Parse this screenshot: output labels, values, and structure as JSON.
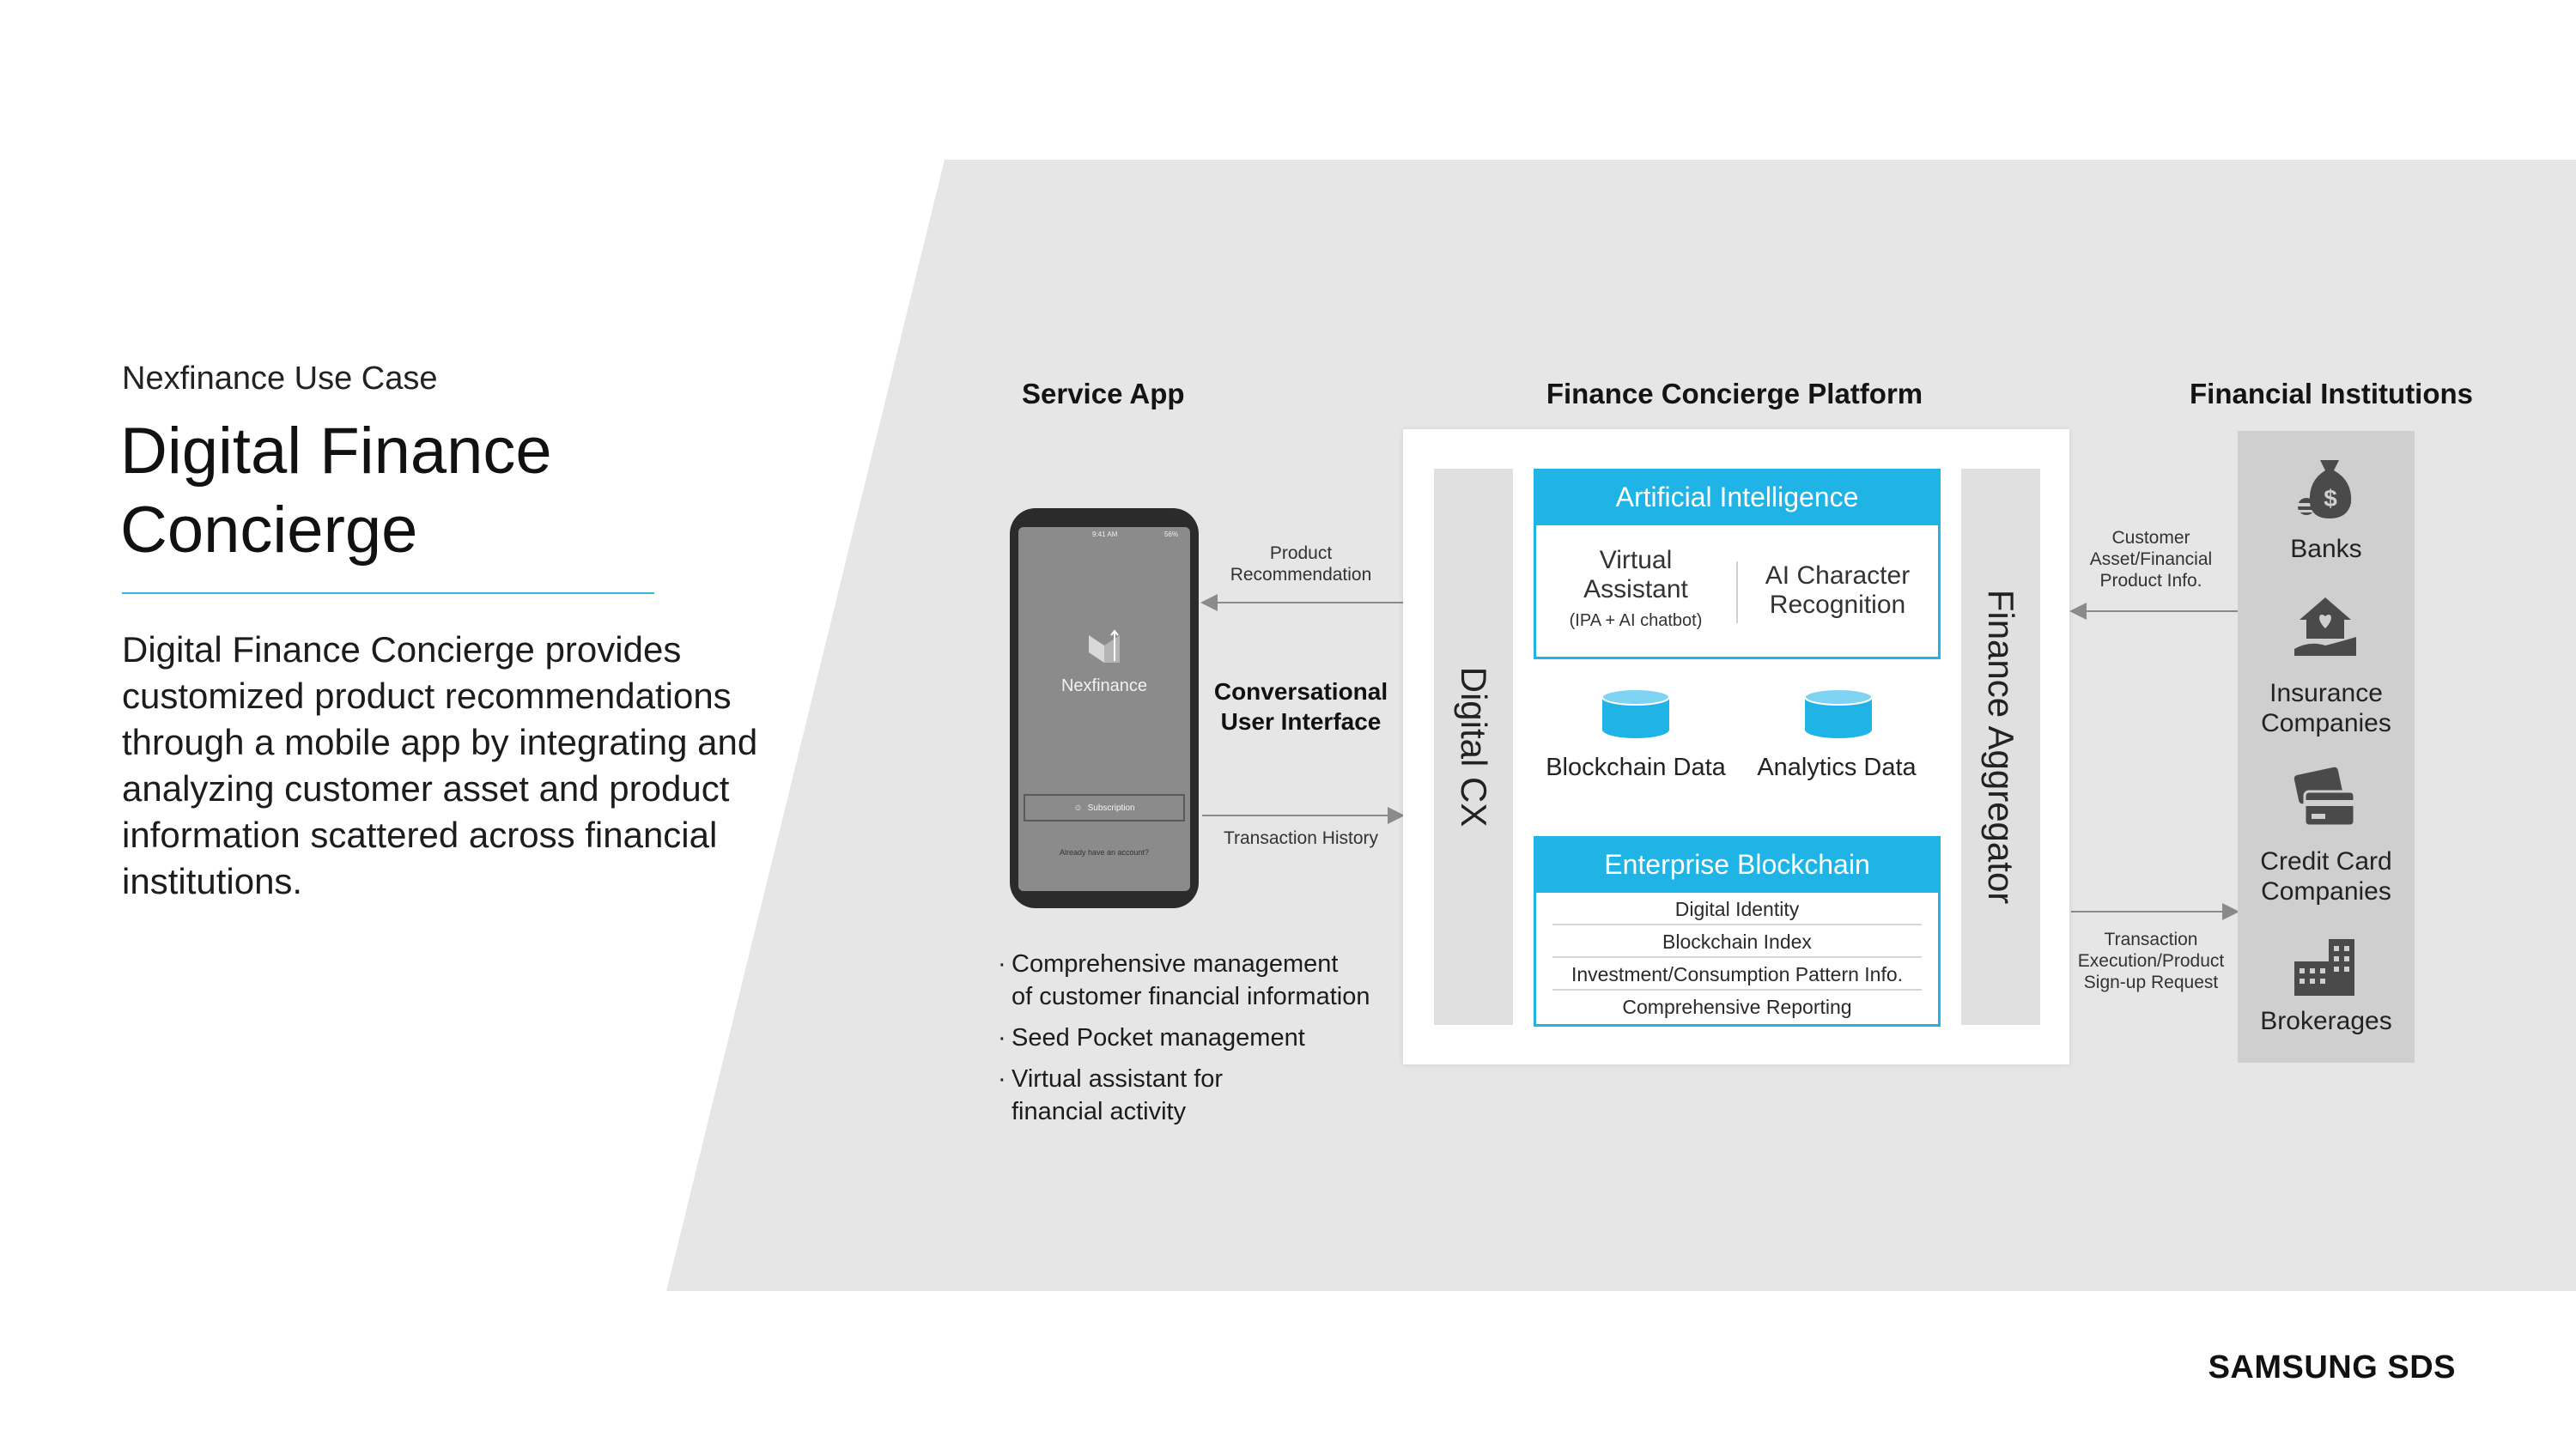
{
  "header": {
    "eyebrow": "Nexfinance Use Case",
    "title": "Digital Finance Concierge",
    "description": "Digital Finance Concierge provides customized product recommendations through a mobile app by integrating and analyzing customer asset and product information scattered across financial institutions."
  },
  "sections": {
    "service_app": "Service App",
    "platform": "Finance Concierge Platform",
    "institutions": "Financial Institutions"
  },
  "phone": {
    "status_time": "9:41 AM",
    "status_battery": "56%",
    "app_name": "Nexfinance",
    "subscribe_label": "Subscription",
    "account_text": "Already have an account?"
  },
  "flows": {
    "product_recommendation": "Product Recommendation",
    "conversational_ui": "Conversational User Interface",
    "transaction_history": "Transaction History",
    "customer_asset": "Customer Asset/Financial Product Info.",
    "transaction_execution": "Transaction Execution/Product Sign-up Request"
  },
  "bullets": [
    {
      "first": "Comprehensive management",
      "second": "of customer financial information"
    },
    {
      "first": "Seed Pocket management",
      "second": ""
    },
    {
      "first": "Virtual assistant for",
      "second": "financial activity"
    }
  ],
  "platform": {
    "digital_cx": "Digital CX",
    "finance_aggregator": "Finance Aggregator",
    "ai": {
      "header": "Artificial Intelligence",
      "virtual_assistant": "Virtual Assistant",
      "virtual_assistant_sub": "(IPA + AI chatbot)",
      "character_recognition": "AI Character Recognition"
    },
    "data": {
      "blockchain": "Blockchain Data",
      "analytics": "Analytics Data"
    },
    "enterprise_blockchain": {
      "header": "Enterprise Blockchain",
      "rows": [
        "Digital Identity",
        "Blockchain Index",
        "Investment/Consumption Pattern Info.",
        "Comprehensive Reporting"
      ]
    }
  },
  "institutions": {
    "banks": "Banks",
    "insurance": "Insurance Companies",
    "credit_card": "Credit Card Companies",
    "brokerages": "Brokerages"
  },
  "footer": {
    "brand": "SAMSUNG SDS"
  },
  "colors": {
    "accent": "#1fb3e6",
    "panel_bg": "#e5e6e5",
    "bar_grey": "#e0e0e0",
    "institution_bg": "#cfcfcf"
  }
}
